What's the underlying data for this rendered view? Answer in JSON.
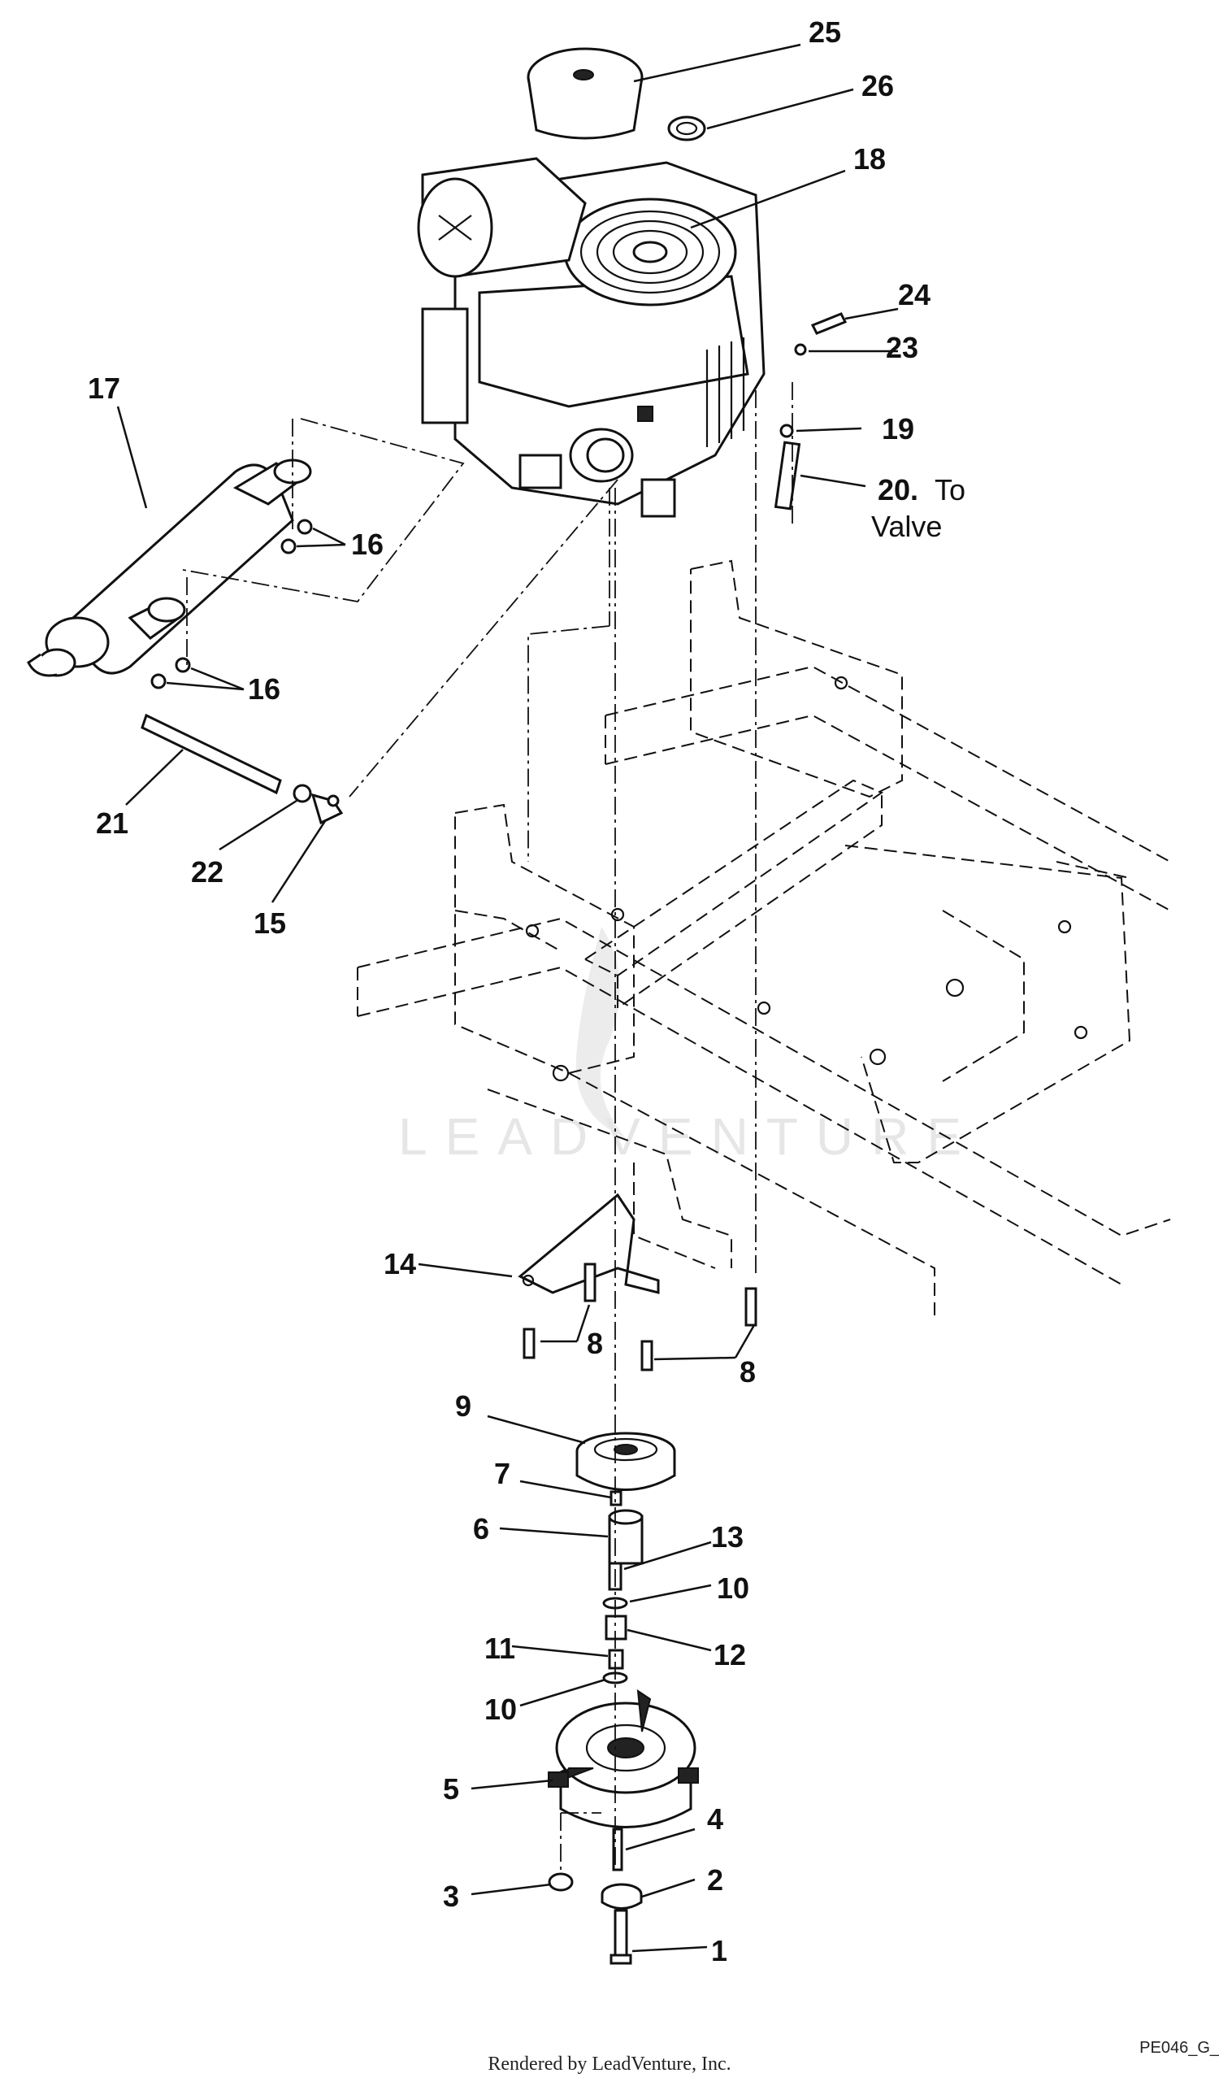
{
  "callouts": {
    "c1": "1",
    "c2": "2",
    "c3": "3",
    "c4": "4",
    "c5": "5",
    "c6": "6",
    "c7": "7",
    "c8": "8",
    "c9": "9",
    "c10": "10",
    "c11": "11",
    "c12": "12",
    "c13": "13",
    "c14": "14",
    "c15": "15",
    "c16": "16",
    "c17": "17",
    "c18": "18",
    "c19": "19",
    "c20": "20.",
    "c20_note_line1": "To",
    "c20_note_line2": "Valve",
    "c21": "21",
    "c22": "22",
    "c23": "23",
    "c24": "24",
    "c25": "25",
    "c26": "26"
  },
  "watermark": "LEADVENTURE",
  "drawing_code": "PE046_G_",
  "footer": "Rendered by LeadVenture, Inc."
}
